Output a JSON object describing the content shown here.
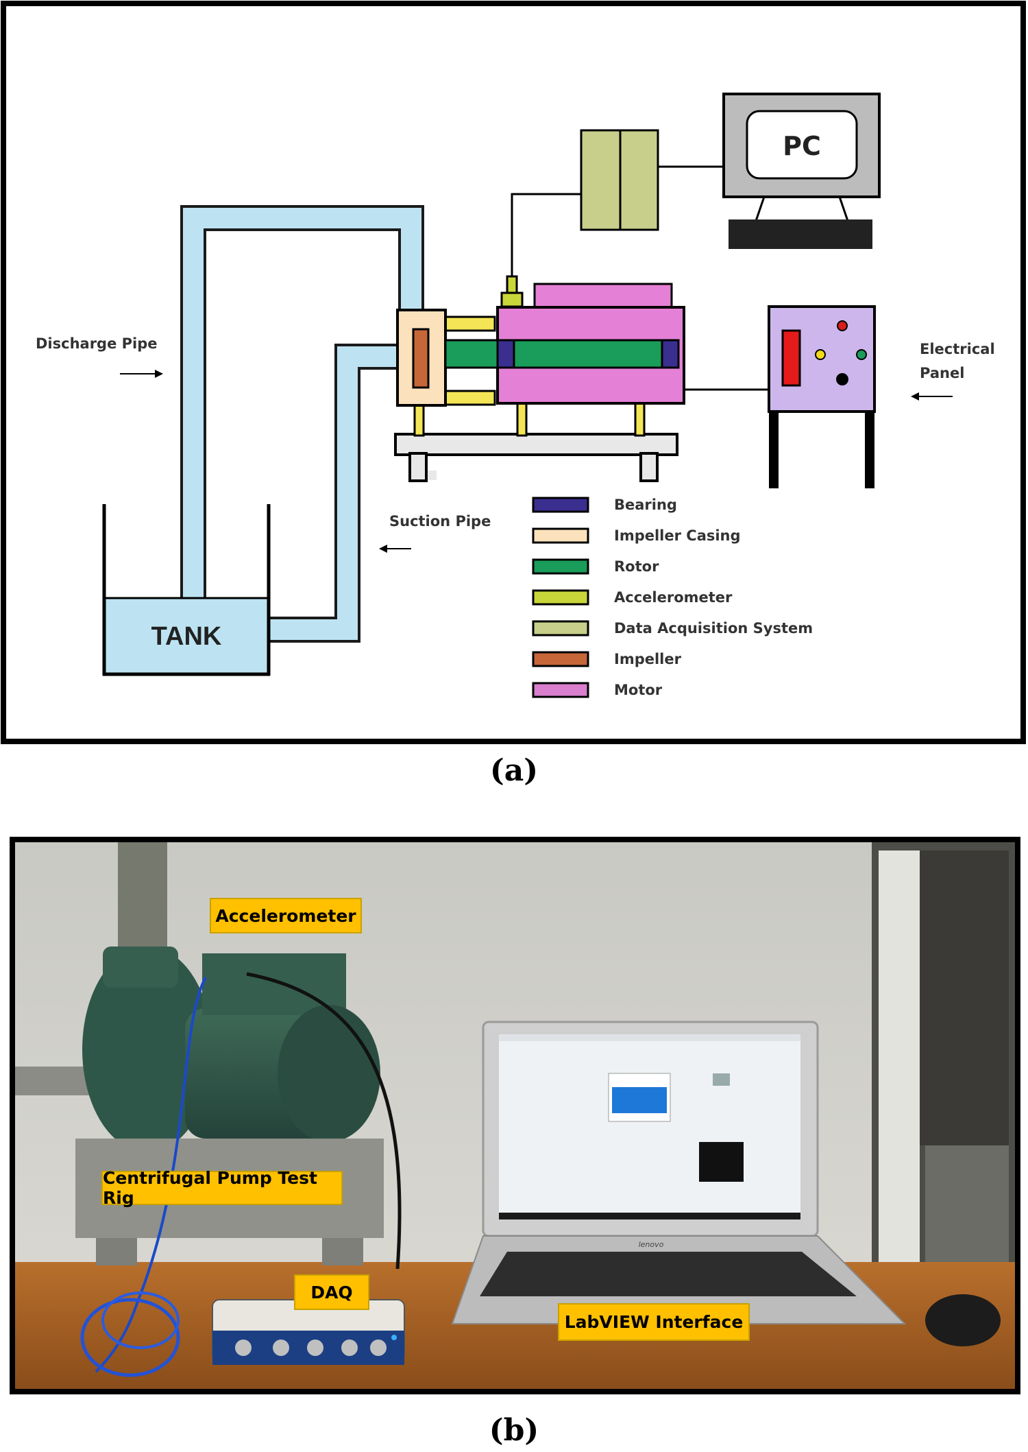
{
  "panel_a": {
    "caption": "(a)",
    "labels": {
      "discharge_pipe": "Discharge Pipe",
      "suction_pipe": "Suction Pipe",
      "tank": "TANK",
      "pc": "PC",
      "electrical_line1": "Electrical",
      "electrical_line2": "Panel"
    },
    "legend": [
      {
        "label": "Bearing",
        "color": "#3a2f8f"
      },
      {
        "label": "Impeller Casing",
        "color": "#fbe2bc"
      },
      {
        "label": "Rotor",
        "color": "#1a9c5a"
      },
      {
        "label": "Accelerometer",
        "color": "#c9d63a"
      },
      {
        "label": "Data Acquisition System",
        "color": "#c7cf8a"
      },
      {
        "label": "Impeller",
        "color": "#c6673a"
      },
      {
        "label": "Motor",
        "color": "#d97fce"
      }
    ],
    "colors": {
      "pipe": "#bde3f2",
      "tank_water": "#bde3f2",
      "motor": "#e480d6",
      "support": "#f3e556",
      "base": "#e8e8e8",
      "panel": "#cdb6ec",
      "pc_frame": "#bcbcbc",
      "daq": "#c7cf8a"
    }
  },
  "panel_b": {
    "caption": "(b)",
    "callouts": {
      "accelerometer": "Accelerometer",
      "test_rig": "Centrifugal Pump Test Rig",
      "daq": "DAQ",
      "labview": "LabVIEW Interface"
    },
    "laptop_brand": "lenovo"
  }
}
